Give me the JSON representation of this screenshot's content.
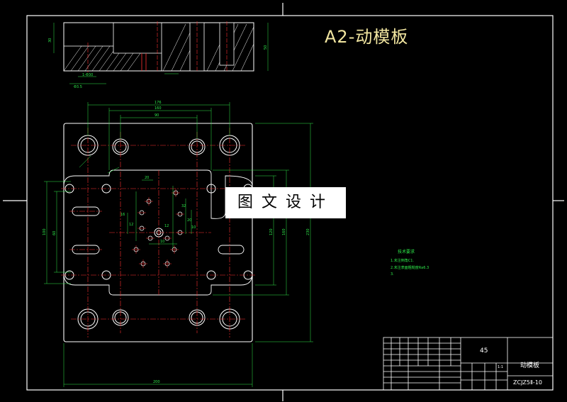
{
  "drawing": {
    "title": "A2-动模板",
    "watermark": "图文设计",
    "requirements": {
      "heading": "技术要求",
      "items": [
        "1.未注倒角C1.",
        "2.未注表面粗糙度Ra6.3",
        "3."
      ]
    },
    "title_block": {
      "material": "45",
      "part_name": "动模板",
      "drawing_no": "ZCJZ5Ⅱ-10",
      "scale": "1:1"
    },
    "dimensions": {
      "top_view_height": "30",
      "top_view_right": "50",
      "top_offset": "1-Φ30",
      "top_left_small": "Φ3.5",
      "width_outer": "176",
      "width_mid": "160",
      "width_inner": "90",
      "bottom_width": "200",
      "right_h1": "230",
      "right_h2": "160",
      "right_h3": "120",
      "left_h1": "100",
      "left_h2": "60",
      "center_marks": [
        "20",
        "16",
        "12",
        "32",
        "20",
        "10",
        "10",
        "12"
      ]
    },
    "colors": {
      "background": "#000000",
      "outline": "#ffffff",
      "dimension": "#2ee94a",
      "center": "#ff3030",
      "hatch": "#ffffff",
      "title": "#f2e6a0"
    }
  }
}
